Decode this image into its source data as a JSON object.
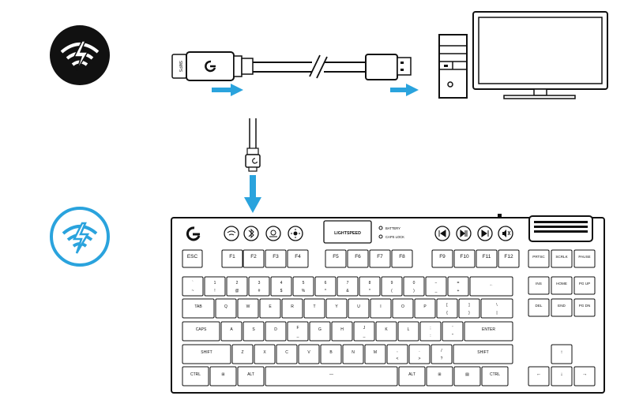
{
  "dongle": {
    "side_label": "SMPS"
  },
  "keyboard": {
    "brand_text": "LIGHTSPEED",
    "indicators": {
      "battery": "BATTERY",
      "caps_lock": "CAPS LOCK"
    },
    "function_row": [
      "ESC",
      "F1",
      "F2",
      "F3",
      "F4",
      "F5",
      "F6",
      "F7",
      "F8",
      "F9",
      "F10",
      "F11",
      "F12"
    ],
    "nav_cluster_rows": [
      [
        "PRTSC",
        "SCRLK",
        "PAUSE"
      ],
      [
        "INS",
        "HOME",
        "PG UP"
      ],
      [
        "DEL",
        "END",
        "PG DN"
      ]
    ],
    "row_numbers": [
      {
        "top": "`",
        "bottom": "~"
      },
      {
        "top": "1",
        "bottom": "!"
      },
      {
        "top": "2",
        "bottom": "@"
      },
      {
        "top": "3",
        "bottom": "#"
      },
      {
        "top": "4",
        "bottom": "$"
      },
      {
        "top": "5",
        "bottom": "%"
      },
      {
        "top": "6",
        "bottom": "^"
      },
      {
        "top": "7",
        "bottom": "&"
      },
      {
        "top": "8",
        "bottom": "*"
      },
      {
        "top": "9",
        "bottom": "("
      },
      {
        "top": "0",
        "bottom": ")"
      },
      {
        "top": "−",
        "bottom": "_"
      },
      {
        "top": "=",
        "bottom": "+"
      },
      {
        "top": "←",
        "bottom": ""
      }
    ],
    "row_q": [
      "TAB",
      "Q",
      "W",
      "E",
      "R",
      "T",
      "Y",
      "U",
      "I",
      "O",
      "P",
      "[",
      "]",
      "\\"
    ],
    "row_q_sub": [
      "",
      "",
      "",
      "",
      "",
      "",
      "",
      "",
      "",
      "",
      "",
      "{",
      "}",
      "|"
    ],
    "row_a": [
      "CAPS",
      "A",
      "S",
      "D",
      "F",
      "G",
      "H",
      "J",
      "K",
      "L",
      ";",
      "'",
      "ENTER"
    ],
    "row_a_sub": [
      "",
      "",
      "",
      "",
      "_",
      "",
      "",
      "_",
      "",
      "",
      ":",
      "\"",
      ""
    ],
    "row_z": [
      "SHIFT",
      "Z",
      "X",
      "C",
      "V",
      "B",
      "N",
      "M",
      ",",
      ".",
      "/",
      "SHIFT"
    ],
    "row_z_sub": [
      "",
      "",
      "",
      "",
      "",
      "",
      "",
      "",
      "<",
      ">",
      "?",
      ""
    ],
    "row_bottom": [
      "CTRL",
      "⊞",
      "ALT",
      "—",
      "ALT",
      "⊞",
      "▤",
      "CTRL"
    ],
    "arrows": [
      "↑",
      "←",
      "↓",
      "→"
    ]
  },
  "colors": {
    "accent": "#2aa3dd",
    "dark": "#111111"
  },
  "icons": [
    "wireless-off-icon",
    "wireless-on-icon",
    "usb-arrow-icon",
    "logitech-g-icon"
  ]
}
